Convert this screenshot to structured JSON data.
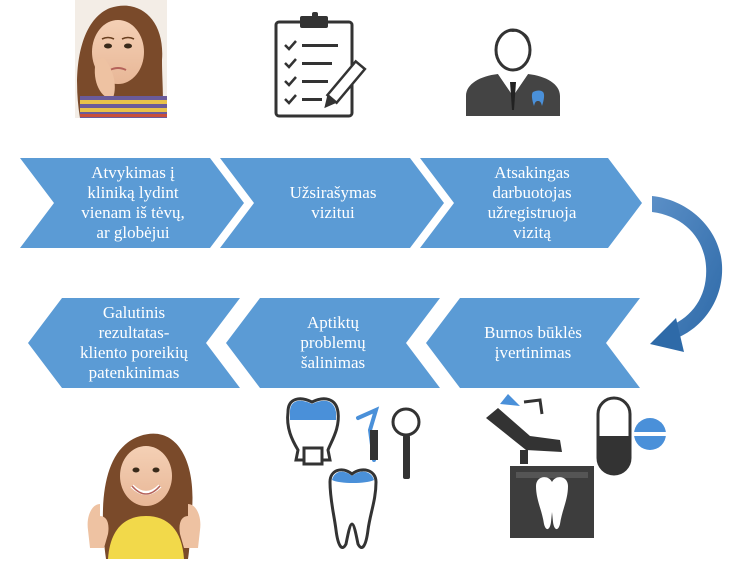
{
  "flow": {
    "top_row": [
      {
        "id": "step-1",
        "label": "Atvykimas į\nkliniką lydint\nvienam iš tėvų,\nar globėjui"
      },
      {
        "id": "step-2",
        "label": "Užsirašymas\nvizitui"
      },
      {
        "id": "step-3",
        "label": "Atsakingas\ndarbuotojas\nužregistruoja\nvizitą"
      }
    ],
    "bottom_row": [
      {
        "id": "step-4",
        "label": "Burnos būklės\nįvertinimas"
      },
      {
        "id": "step-5",
        "label": "Aptiktų\nproblemų\nšalinimas"
      },
      {
        "id": "step-6",
        "label": "Galutinis\nrezultatas-\nkliento poreikių\npatenkinimas"
      }
    ]
  },
  "icons": [
    "worried-girl-photo",
    "clipboard-checklist-icon",
    "dentist-doctor-icon",
    "dental-crown-tools-icon",
    "dental-chair-xray-pill-icon",
    "happy-girl-thumbs-up-photo"
  ],
  "colors": {
    "arrow_fill": "#5b9bd5",
    "arrow_fill_light": "#6fa8dc",
    "curve_arrow": "#2e6aa8",
    "icon_dark": "#333333",
    "icon_accent": "#4a90d9"
  }
}
